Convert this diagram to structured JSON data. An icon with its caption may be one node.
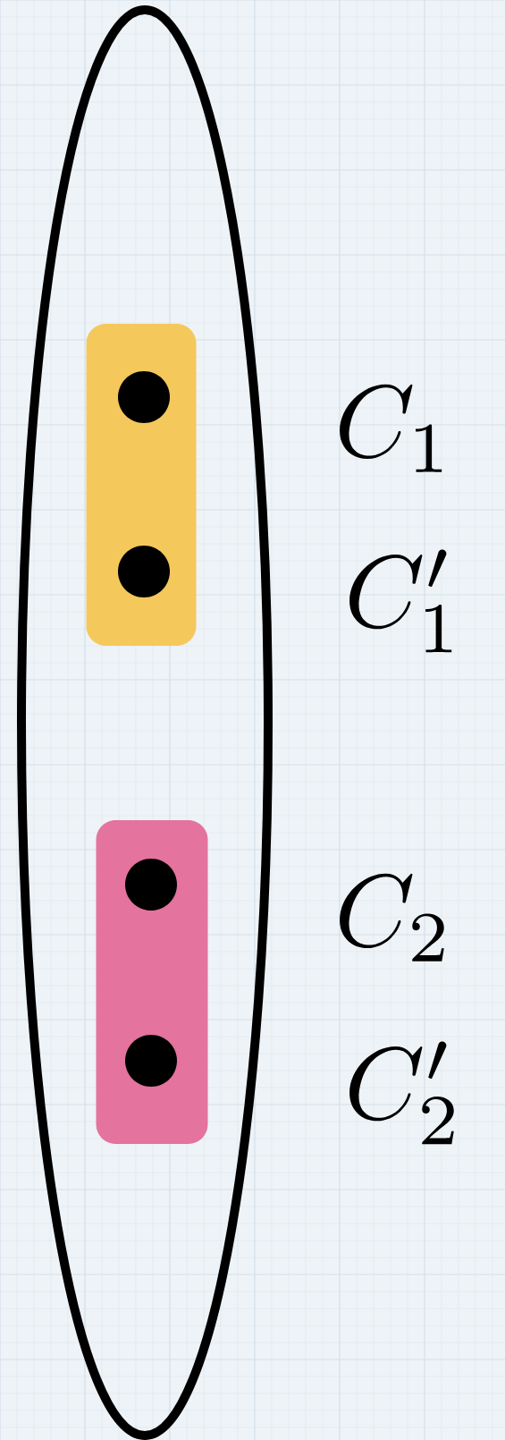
{
  "diagram": {
    "nodes": [
      {
        "text": [],
        "shape": "ellipse"
      },
      {
        "text": [],
        "shape": "box",
        "in": 0
      },
      {
        "text": [],
        "shape": "circle",
        "in": 1
      },
      {
        "text": [],
        "shape": "circle",
        "in": 1
      },
      {
        "text": [],
        "shape": "box",
        "in": 0
      },
      {
        "text": [],
        "shape": "circle",
        "in": 4
      },
      {
        "text": [],
        "shape": "circle",
        "in": 4
      }
    ],
    "labels": [
      "C_1",
      "C_1'",
      "C_2",
      "C_2'"
    ]
  }
}
